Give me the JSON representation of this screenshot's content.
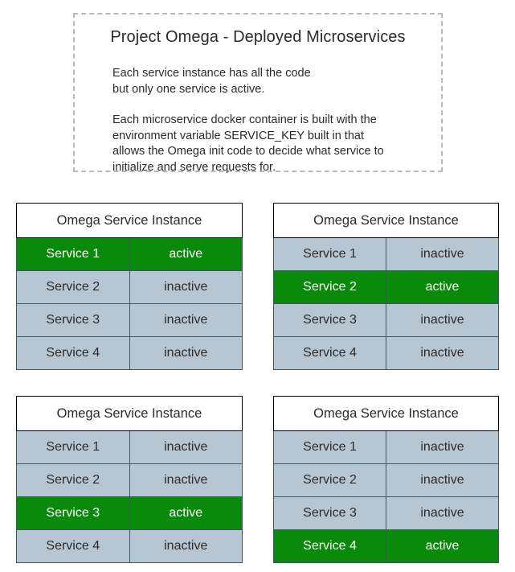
{
  "info_panel": {
    "title": "Project Omega - Deployed Microservices",
    "paragraph_1": [
      "Each service instance has all the code",
      "but only one service is active."
    ],
    "paragraph_2": [
      "Each microservice docker container is built with the",
      "environment variable SERVICE_KEY built in that",
      "allows the Omega init code to decide what service to",
      "initialize and serve requests for."
    ]
  },
  "colors": {
    "active_bg": "#0a8a0a",
    "active_text": "#ffffff",
    "inactive_bg": "#b7c6d3",
    "inactive_text": "#2b2b2b",
    "cell_border": "#3c5568",
    "header_border": "#000000",
    "panel_border": "#b9b9b9"
  },
  "labels": {
    "active": "active",
    "inactive": "inactive",
    "instance_header": "Omega Service Instance"
  },
  "instances": [
    {
      "id": "instance-1",
      "header": "Omega Service Instance",
      "rows": [
        {
          "service": "Service 1",
          "status": "active",
          "active": true
        },
        {
          "service": "Service 2",
          "status": "inactive",
          "active": false
        },
        {
          "service": "Service 3",
          "status": "inactive",
          "active": false
        },
        {
          "service": "Service 4",
          "status": "inactive",
          "active": false
        }
      ]
    },
    {
      "id": "instance-2",
      "header": "Omega Service Instance",
      "rows": [
        {
          "service": "Service 1",
          "status": "inactive",
          "active": false
        },
        {
          "service": "Service 2",
          "status": "active",
          "active": true
        },
        {
          "service": "Service 3",
          "status": "inactive",
          "active": false
        },
        {
          "service": "Service 4",
          "status": "inactive",
          "active": false
        }
      ]
    },
    {
      "id": "instance-3",
      "header": "Omega Service Instance",
      "rows": [
        {
          "service": "Service 1",
          "status": "inactive",
          "active": false
        },
        {
          "service": "Service 2",
          "status": "inactive",
          "active": false
        },
        {
          "service": "Service 3",
          "status": "active",
          "active": true
        },
        {
          "service": "Service 4",
          "status": "inactive",
          "active": false
        }
      ]
    },
    {
      "id": "instance-4",
      "header": "Omega Service Instance",
      "rows": [
        {
          "service": "Service 1",
          "status": "inactive",
          "active": false
        },
        {
          "service": "Service 2",
          "status": "inactive",
          "active": false
        },
        {
          "service": "Service 3",
          "status": "inactive",
          "active": false
        },
        {
          "service": "Service 4",
          "status": "active",
          "active": true
        }
      ]
    }
  ]
}
